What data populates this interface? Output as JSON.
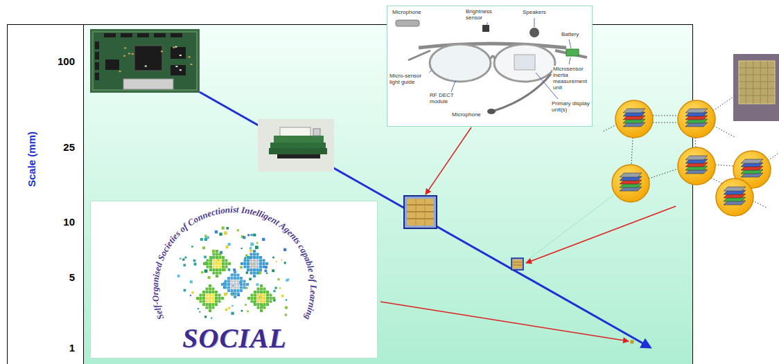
{
  "diagram": {
    "nodes": [
      {
        "text": [
          "Microphone",
          "Brightness sensor",
          "Speakers",
          "Battery",
          "Micro-sensor light guide",
          "RF DECT module",
          "Microsensor inertia measurement unit",
          "Primary display unit(s)",
          "Microphone"
        ]
      },
      {
        "text": [
          "Self-Organised Societies of Connectionist Intelligent Agents capable of Learning",
          "SOCIAL"
        ]
      }
    ],
    "labels": [
      "Scale (mm)",
      "100",
      "25",
      "10",
      "5",
      "1"
    ]
  }
}
